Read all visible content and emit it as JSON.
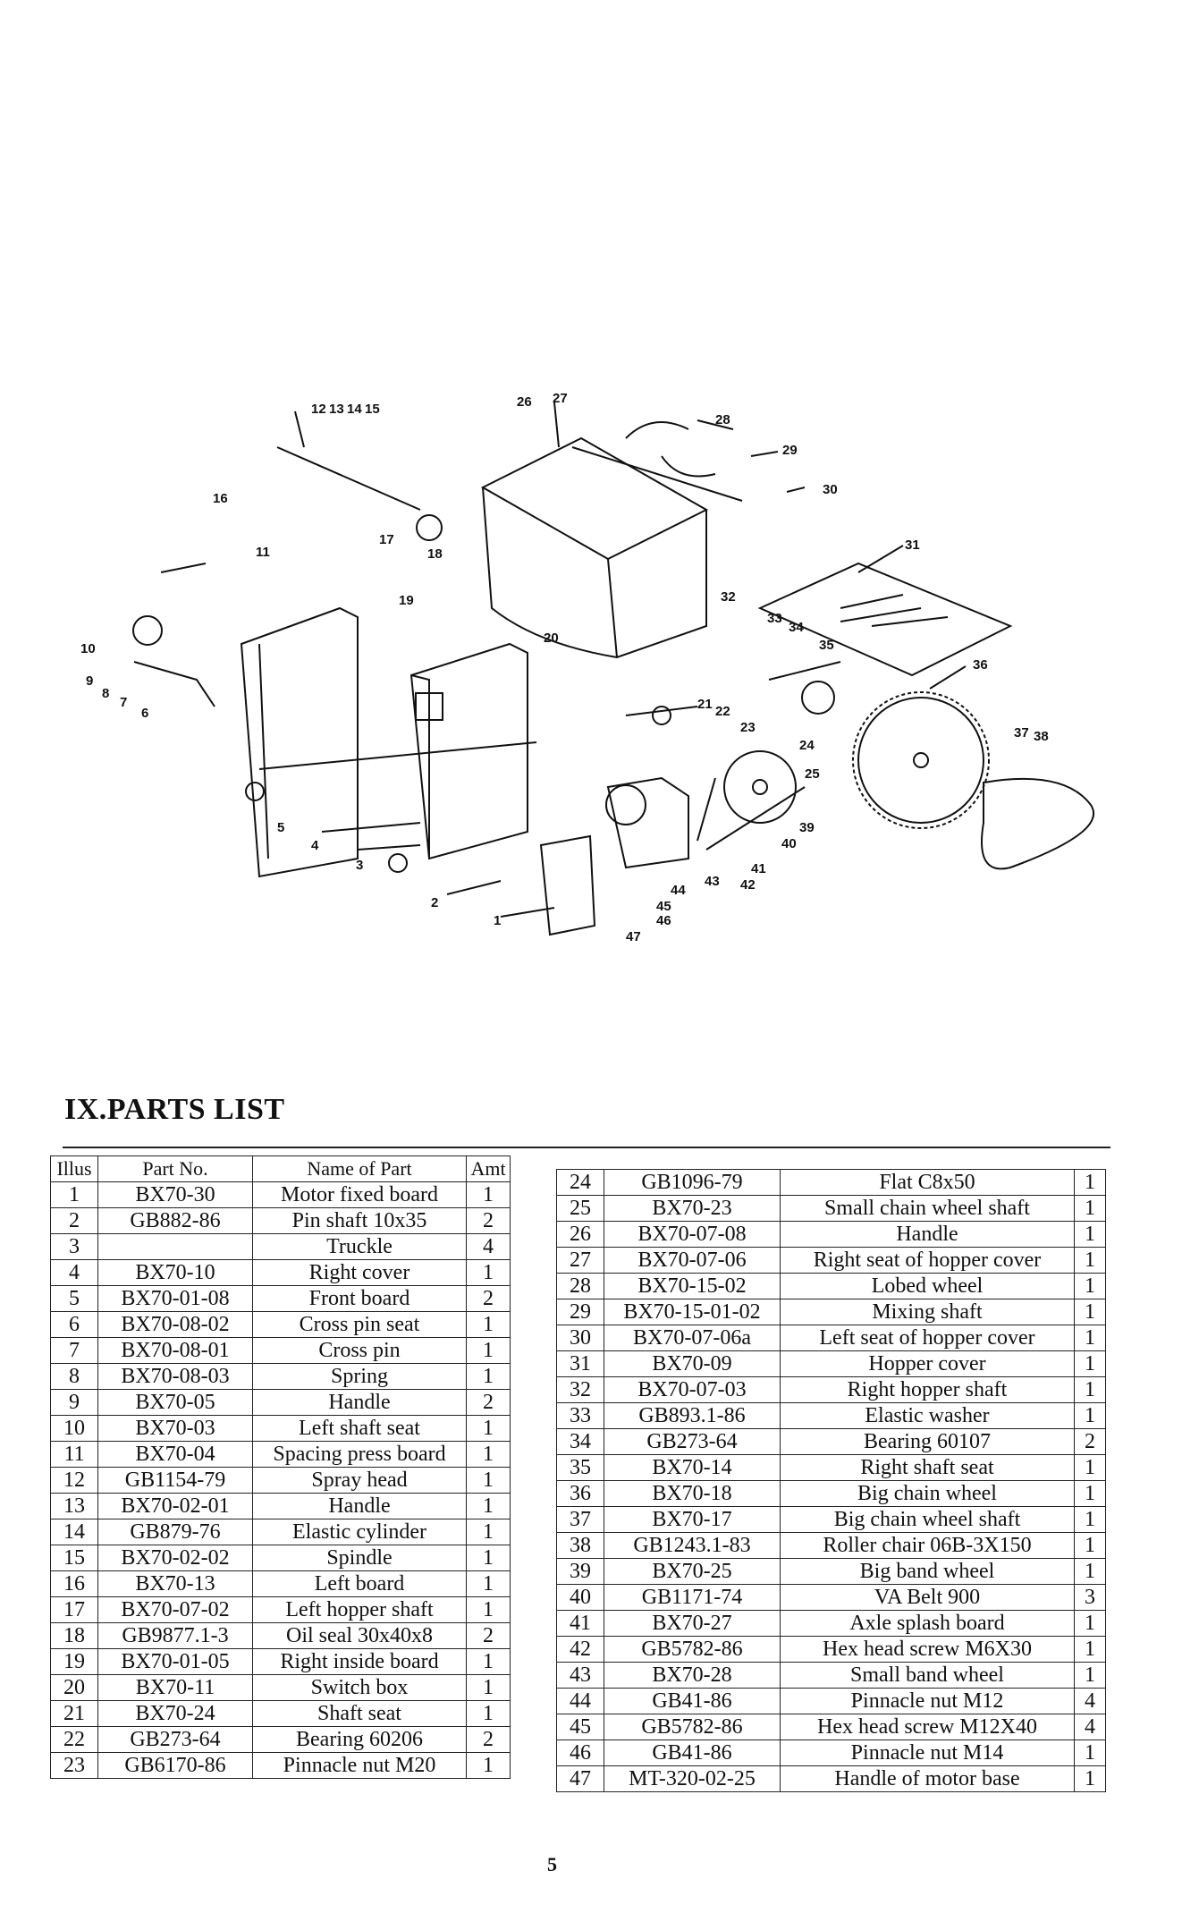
{
  "diagram": {
    "callouts": [
      "1",
      "2",
      "3",
      "4",
      "5",
      "6",
      "7",
      "8",
      "9",
      "10",
      "11",
      "12",
      "13",
      "14",
      "15",
      "16",
      "17",
      "18",
      "19",
      "20",
      "21",
      "22",
      "23",
      "24",
      "25",
      "26",
      "27",
      "28",
      "29",
      "30",
      "31",
      "32",
      "33",
      "34",
      "35",
      "36",
      "37",
      "38",
      "39",
      "40",
      "41",
      "42",
      "43",
      "44",
      "45",
      "46",
      "47"
    ]
  },
  "section_title": "IX.PARTS LIST",
  "headers": {
    "illus": "Illus",
    "part_no": "Part No.",
    "name": "Name of Part",
    "amt": "Amt"
  },
  "parts_left": [
    {
      "illus": "1",
      "part_no": "BX70-30",
      "name": "Motor fixed board",
      "amt": "1"
    },
    {
      "illus": "2",
      "part_no": "GB882-86",
      "name": "Pin shaft 10x35",
      "amt": "2"
    },
    {
      "illus": "3",
      "part_no": "",
      "name": "Truckle",
      "amt": "4"
    },
    {
      "illus": "4",
      "part_no": "BX70-10",
      "name": "Right cover",
      "amt": "1"
    },
    {
      "illus": "5",
      "part_no": "BX70-01-08",
      "name": "Front board",
      "amt": "2"
    },
    {
      "illus": "6",
      "part_no": "BX70-08-02",
      "name": "Cross pin seat",
      "amt": "1"
    },
    {
      "illus": "7",
      "part_no": "BX70-08-01",
      "name": "Cross pin",
      "amt": "1"
    },
    {
      "illus": "8",
      "part_no": "BX70-08-03",
      "name": "Spring",
      "amt": "1"
    },
    {
      "illus": "9",
      "part_no": "BX70-05",
      "name": "Handle",
      "amt": "2"
    },
    {
      "illus": "10",
      "part_no": "BX70-03",
      "name": "Left shaft seat",
      "amt": "1"
    },
    {
      "illus": "11",
      "part_no": "BX70-04",
      "name": "Spacing press board",
      "amt": "1"
    },
    {
      "illus": "12",
      "part_no": "GB1154-79",
      "name": "Spray head",
      "amt": "1"
    },
    {
      "illus": "13",
      "part_no": "BX70-02-01",
      "name": "Handle",
      "amt": "1"
    },
    {
      "illus": "14",
      "part_no": "GB879-76",
      "name": "Elastic cylinder",
      "amt": "1"
    },
    {
      "illus": "15",
      "part_no": "BX70-02-02",
      "name": "Spindle",
      "amt": "1"
    },
    {
      "illus": "16",
      "part_no": "BX70-13",
      "name": "Left board",
      "amt": "1"
    },
    {
      "illus": "17",
      "part_no": "BX70-07-02",
      "name": "Left hopper shaft",
      "amt": "1"
    },
    {
      "illus": "18",
      "part_no": "GB9877.1-3",
      "name": "Oil seal 30x40x8",
      "amt": "2"
    },
    {
      "illus": "19",
      "part_no": "BX70-01-05",
      "name": "Right inside board",
      "amt": "1"
    },
    {
      "illus": "20",
      "part_no": "BX70-11",
      "name": "Switch box",
      "amt": "1"
    },
    {
      "illus": "21",
      "part_no": "BX70-24",
      "name": "Shaft seat",
      "amt": "1"
    },
    {
      "illus": "22",
      "part_no": "GB273-64",
      "name": "Bearing 60206",
      "amt": "2"
    },
    {
      "illus": "23",
      "part_no": "GB6170-86",
      "name": "Pinnacle nut M20",
      "amt": "1"
    }
  ],
  "parts_right": [
    {
      "illus": "24",
      "part_no": "GB1096-79",
      "name": "Flat C8x50",
      "amt": "1"
    },
    {
      "illus": "25",
      "part_no": "BX70-23",
      "name": "Small chain wheel shaft",
      "amt": "1"
    },
    {
      "illus": "26",
      "part_no": "BX70-07-08",
      "name": "Handle",
      "amt": "1"
    },
    {
      "illus": "27",
      "part_no": "BX70-07-06",
      "name": "Right seat of hopper cover",
      "amt": "1"
    },
    {
      "illus": "28",
      "part_no": "BX70-15-02",
      "name": "Lobed wheel",
      "amt": "1"
    },
    {
      "illus": "29",
      "part_no": "BX70-15-01-02",
      "name": "Mixing shaft",
      "amt": "1"
    },
    {
      "illus": "30",
      "part_no": "BX70-07-06a",
      "name": "Left seat of hopper cover",
      "amt": "1"
    },
    {
      "illus": "31",
      "part_no": "BX70-09",
      "name": "Hopper cover",
      "amt": "1"
    },
    {
      "illus": "32",
      "part_no": "BX70-07-03",
      "name": "Right hopper shaft",
      "amt": "1"
    },
    {
      "illus": "33",
      "part_no": "GB893.1-86",
      "name": "Elastic washer",
      "amt": "1"
    },
    {
      "illus": "34",
      "part_no": "GB273-64",
      "name": "Bearing 60107",
      "amt": "2"
    },
    {
      "illus": "35",
      "part_no": "BX70-14",
      "name": "Right shaft seat",
      "amt": "1"
    },
    {
      "illus": "36",
      "part_no": "BX70-18",
      "name": "Big chain wheel",
      "amt": "1"
    },
    {
      "illus": "37",
      "part_no": "BX70-17",
      "name": "Big chain wheel shaft",
      "amt": "1"
    },
    {
      "illus": "38",
      "part_no": "GB1243.1-83",
      "name": "Roller chair 06B-3X150",
      "amt": "1"
    },
    {
      "illus": "39",
      "part_no": "BX70-25",
      "name": "Big band wheel",
      "amt": "1"
    },
    {
      "illus": "40",
      "part_no": "GB1171-74",
      "name": "VA Belt 900",
      "amt": "3"
    },
    {
      "illus": "41",
      "part_no": "BX70-27",
      "name": "Axle splash board",
      "amt": "1"
    },
    {
      "illus": "42",
      "part_no": "GB5782-86",
      "name": "Hex head screw M6X30",
      "amt": "1"
    },
    {
      "illus": "43",
      "part_no": "BX70-28",
      "name": "Small band wheel",
      "amt": "1"
    },
    {
      "illus": "44",
      "part_no": "GB41-86",
      "name": "Pinnacle nut M12",
      "amt": "4"
    },
    {
      "illus": "45",
      "part_no": "GB5782-86",
      "name": "Hex head screw M12X40",
      "amt": "4"
    },
    {
      "illus": "46",
      "part_no": "GB41-86",
      "name": "Pinnacle nut M14",
      "amt": "1"
    },
    {
      "illus": "47",
      "part_no": "MT-320-02-25",
      "name": "Handle of motor base",
      "amt": "1"
    }
  ],
  "page_number": "5"
}
